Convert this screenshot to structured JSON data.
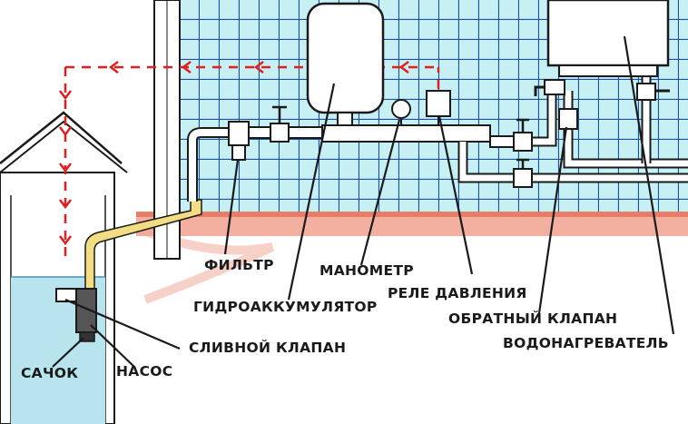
{
  "labels": {
    "filter": "ФИЛЬТР",
    "manometer": "МАНОМЕТР",
    "pressure_relay": "РЕЛЕ ДАВЛЕНИЯ",
    "accumulator": "ГИДРОАККУМУЛЯТОР",
    "check_valve": "ОБРАТНЫЙ КЛАПАН",
    "water_heater": "ВОДОНАГРЕВАТЕЛЬ",
    "drain_valve": "СЛИВНОЙ КЛАПАН",
    "strainer": "САЧОК",
    "pump": "НАСОС"
  },
  "colors": {
    "tile_bg": "#c6f0f3",
    "tile_grid": "#1f4fa0",
    "floor_red": "#e8735a",
    "water": "#b8e4ee",
    "signal_arrow": "#e02020",
    "pipe_hose": "#f2dd82",
    "outline": "#1a1a1a"
  }
}
